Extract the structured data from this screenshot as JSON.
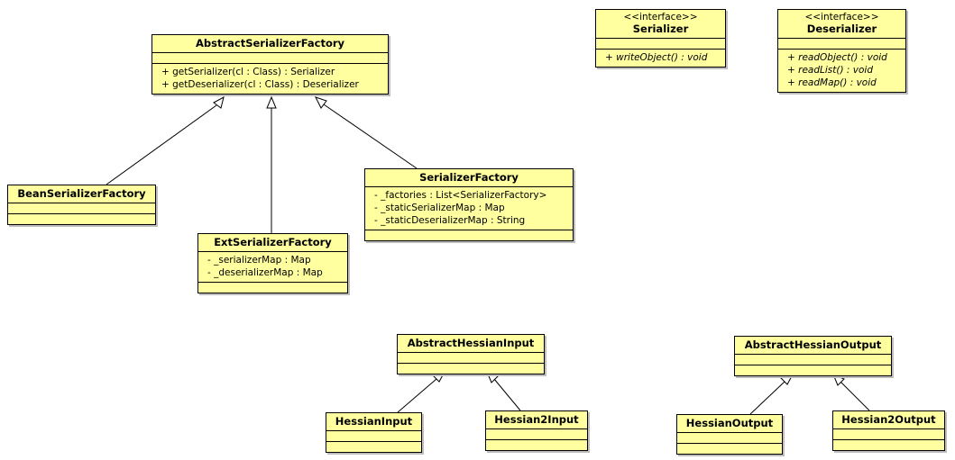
{
  "colors": {
    "class_fill": "#ffffa0",
    "border": "#000000",
    "shadow": "#bdbdbd"
  },
  "classes": {
    "abstract_serializer_factory": {
      "name": "AbstractSerializerFactory",
      "operations": [
        "+ getSerializer(cl : Class) : Serializer",
        "+ getDeserializer(cl : Class) : Deserializer"
      ]
    },
    "serializer": {
      "stereotype": "<<interface>>",
      "name": "Serializer",
      "operations": [
        "+ writeObject() : void"
      ]
    },
    "deserializer": {
      "stereotype": "<<interface>>",
      "name": "Deserializer",
      "operations": [
        "+ readObject() : void",
        "+ readList() : void",
        "+ readMap() : void"
      ]
    },
    "bean_serializer_factory": {
      "name": "BeanSerializerFactory"
    },
    "ext_serializer_factory": {
      "name": "ExtSerializerFactory",
      "attributes": [
        "- _serializerMap : Map",
        "- _deserializerMap : Map"
      ]
    },
    "serializer_factory": {
      "name": "SerializerFactory",
      "attributes": [
        "- _factories : List<SerializerFactory>",
        "- _staticSerializerMap : Map",
        "- _staticDeserializerMap : String"
      ]
    },
    "abstract_hessian_input": {
      "name": "AbstractHessianInput"
    },
    "hessian_input": {
      "name": "HessianInput"
    },
    "hessian2_input": {
      "name": "Hessian2Input"
    },
    "abstract_hessian_output": {
      "name": "AbstractHessianOutput"
    },
    "hessian_output": {
      "name": "HessianOutput"
    },
    "hessian2_output": {
      "name": "Hessian2Output"
    }
  },
  "relationships": [
    {
      "type": "generalization",
      "from": "BeanSerializerFactory",
      "to": "AbstractSerializerFactory"
    },
    {
      "type": "generalization",
      "from": "ExtSerializerFactory",
      "to": "AbstractSerializerFactory"
    },
    {
      "type": "generalization",
      "from": "SerializerFactory",
      "to": "AbstractSerializerFactory"
    },
    {
      "type": "generalization",
      "from": "HessianInput",
      "to": "AbstractHessianInput"
    },
    {
      "type": "generalization",
      "from": "Hessian2Input",
      "to": "AbstractHessianInput"
    },
    {
      "type": "generalization",
      "from": "HessianOutput",
      "to": "AbstractHessianOutput"
    },
    {
      "type": "generalization",
      "from": "Hessian2Output",
      "to": "AbstractHessianOutput"
    }
  ]
}
